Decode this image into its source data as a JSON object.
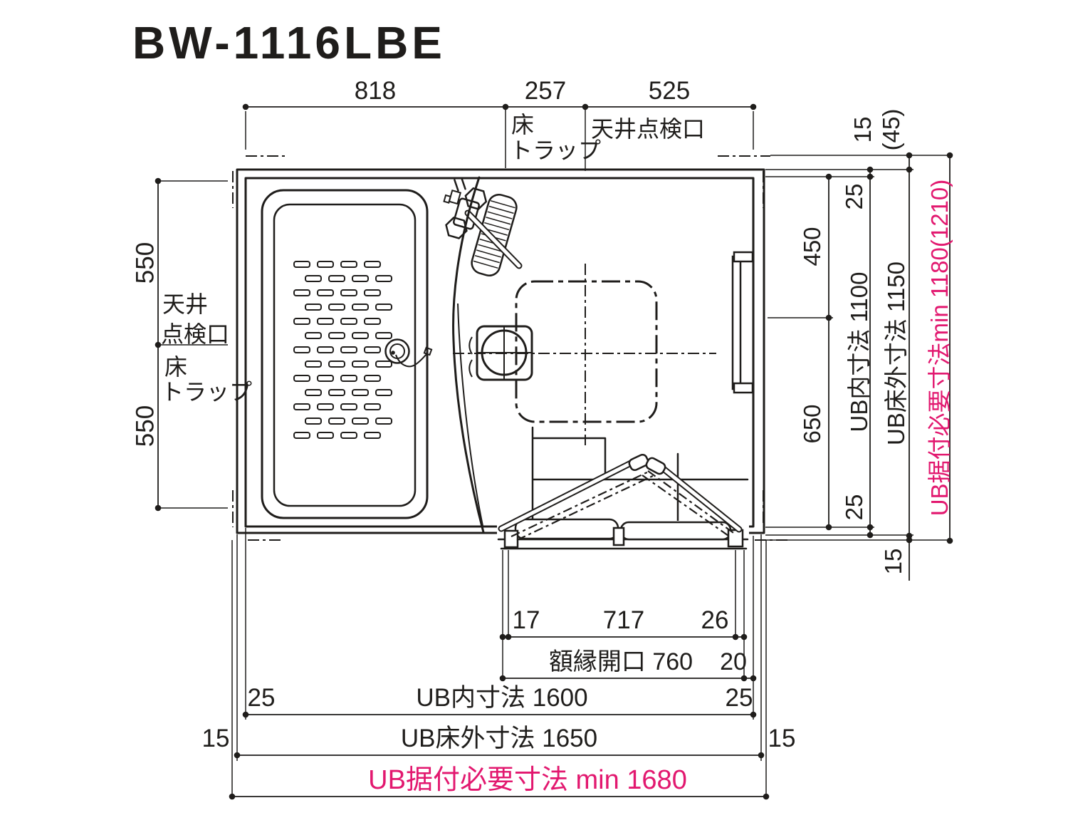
{
  "colors": {
    "ink": "#1f1d1b",
    "pink": "#e2186f"
  },
  "title": "BW-1116LBE",
  "top": {
    "d818": "818",
    "d257": "257",
    "d525": "525",
    "floor_trap_l1": "床",
    "floor_trap_l2": "トラップ",
    "ceiling_port": "天井点検口"
  },
  "left": {
    "d550a": "550",
    "d550b": "550",
    "ceiling_l1": "天井",
    "ceiling_l2": "点検口",
    "trap_l1": "床",
    "trap_l2": "トラップ"
  },
  "right": {
    "d15": "15",
    "d45": "(45)",
    "d25a": "25",
    "d450": "450",
    "d650": "650",
    "d25b": "25",
    "d15b": "15",
    "inner": "UB内寸法 1100",
    "outer": "UB床外寸法 1150",
    "required": "UB据付必要寸法min 1180(1210)"
  },
  "bottom": {
    "d17": "17",
    "d717": "717",
    "d26": "26",
    "frame": "額縁開口 760",
    "d20": "20",
    "d25l": "25",
    "inner": "UB内寸法 1600",
    "d25r": "25",
    "d15l": "15",
    "outer": "UB床外寸法 1650",
    "d15r": "15",
    "required": "UB据付必要寸法 min 1680"
  }
}
